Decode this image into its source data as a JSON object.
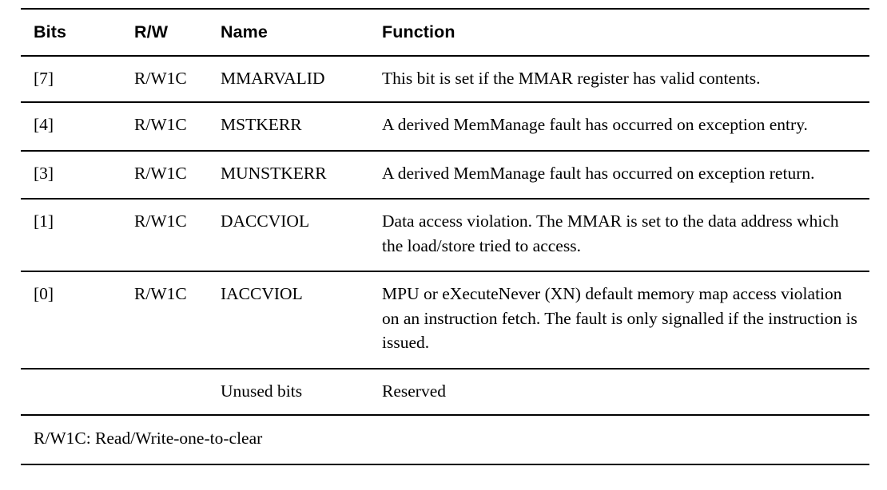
{
  "table": {
    "headers": [
      {
        "key": "bits",
        "label": "Bits"
      },
      {
        "key": "rw",
        "label": "R/W"
      },
      {
        "key": "name",
        "label": "Name"
      },
      {
        "key": "function",
        "label": "Function"
      }
    ],
    "rows": [
      {
        "bits": "[7]",
        "rw": "R/W1C",
        "name": "MMARVALID",
        "function": "This bit is set if the MMAR register has valid contents."
      },
      {
        "bits": "[4]",
        "rw": "R/W1C",
        "name": "MSTKERR",
        "function": "A derived MemManage fault has occurred on exception entry."
      },
      {
        "bits": "[3]",
        "rw": "R/W1C",
        "name": "MUNSTKERR",
        "function": "A derived MemManage fault has occurred on exception return."
      },
      {
        "bits": "[1]",
        "rw": "R/W1C",
        "name": "DACCVIOL",
        "function": "Data access violation. The MMAR is set to the data address which the load/store tried to access."
      },
      {
        "bits": "[0]",
        "rw": "R/W1C",
        "name": "IACCVIOL",
        "function": "MPU or eXecuteNever (XN) default memory map access violation on an instruction fetch. The fault is only signalled if the instruction is issued."
      },
      {
        "bits": "",
        "rw": "",
        "name": "Unused bits",
        "function": "Reserved"
      }
    ],
    "footnote": "R/W1C: Read/Write-one-to-clear"
  },
  "colors": {
    "text": "#000000",
    "rule": "#000000",
    "background": "#ffffff"
  }
}
